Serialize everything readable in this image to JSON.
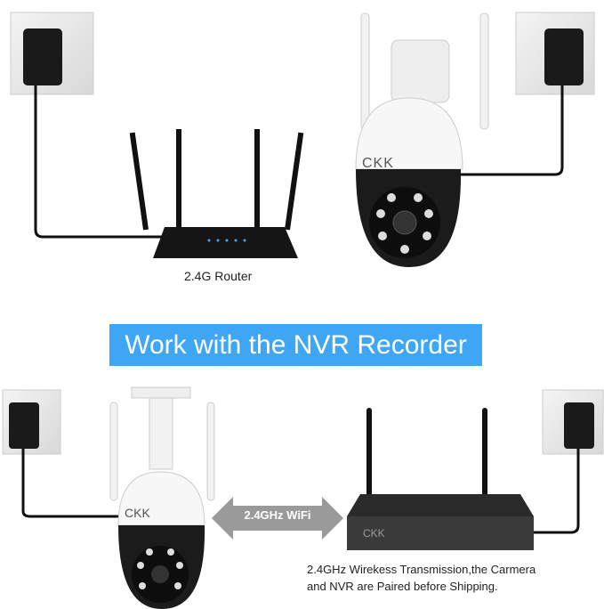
{
  "router": {
    "label": "2.4G Router"
  },
  "banner": {
    "text": "Work with the NVR Recorder",
    "color": "#3fa6f5"
  },
  "link": {
    "label": "2.4GHz WiFi"
  },
  "caption": {
    "line1": "2.4GHz Wirekess Transmission,the Carmera",
    "line2": "and NVR are Paired before Shipping."
  },
  "brand": {
    "logo": "CKK"
  }
}
